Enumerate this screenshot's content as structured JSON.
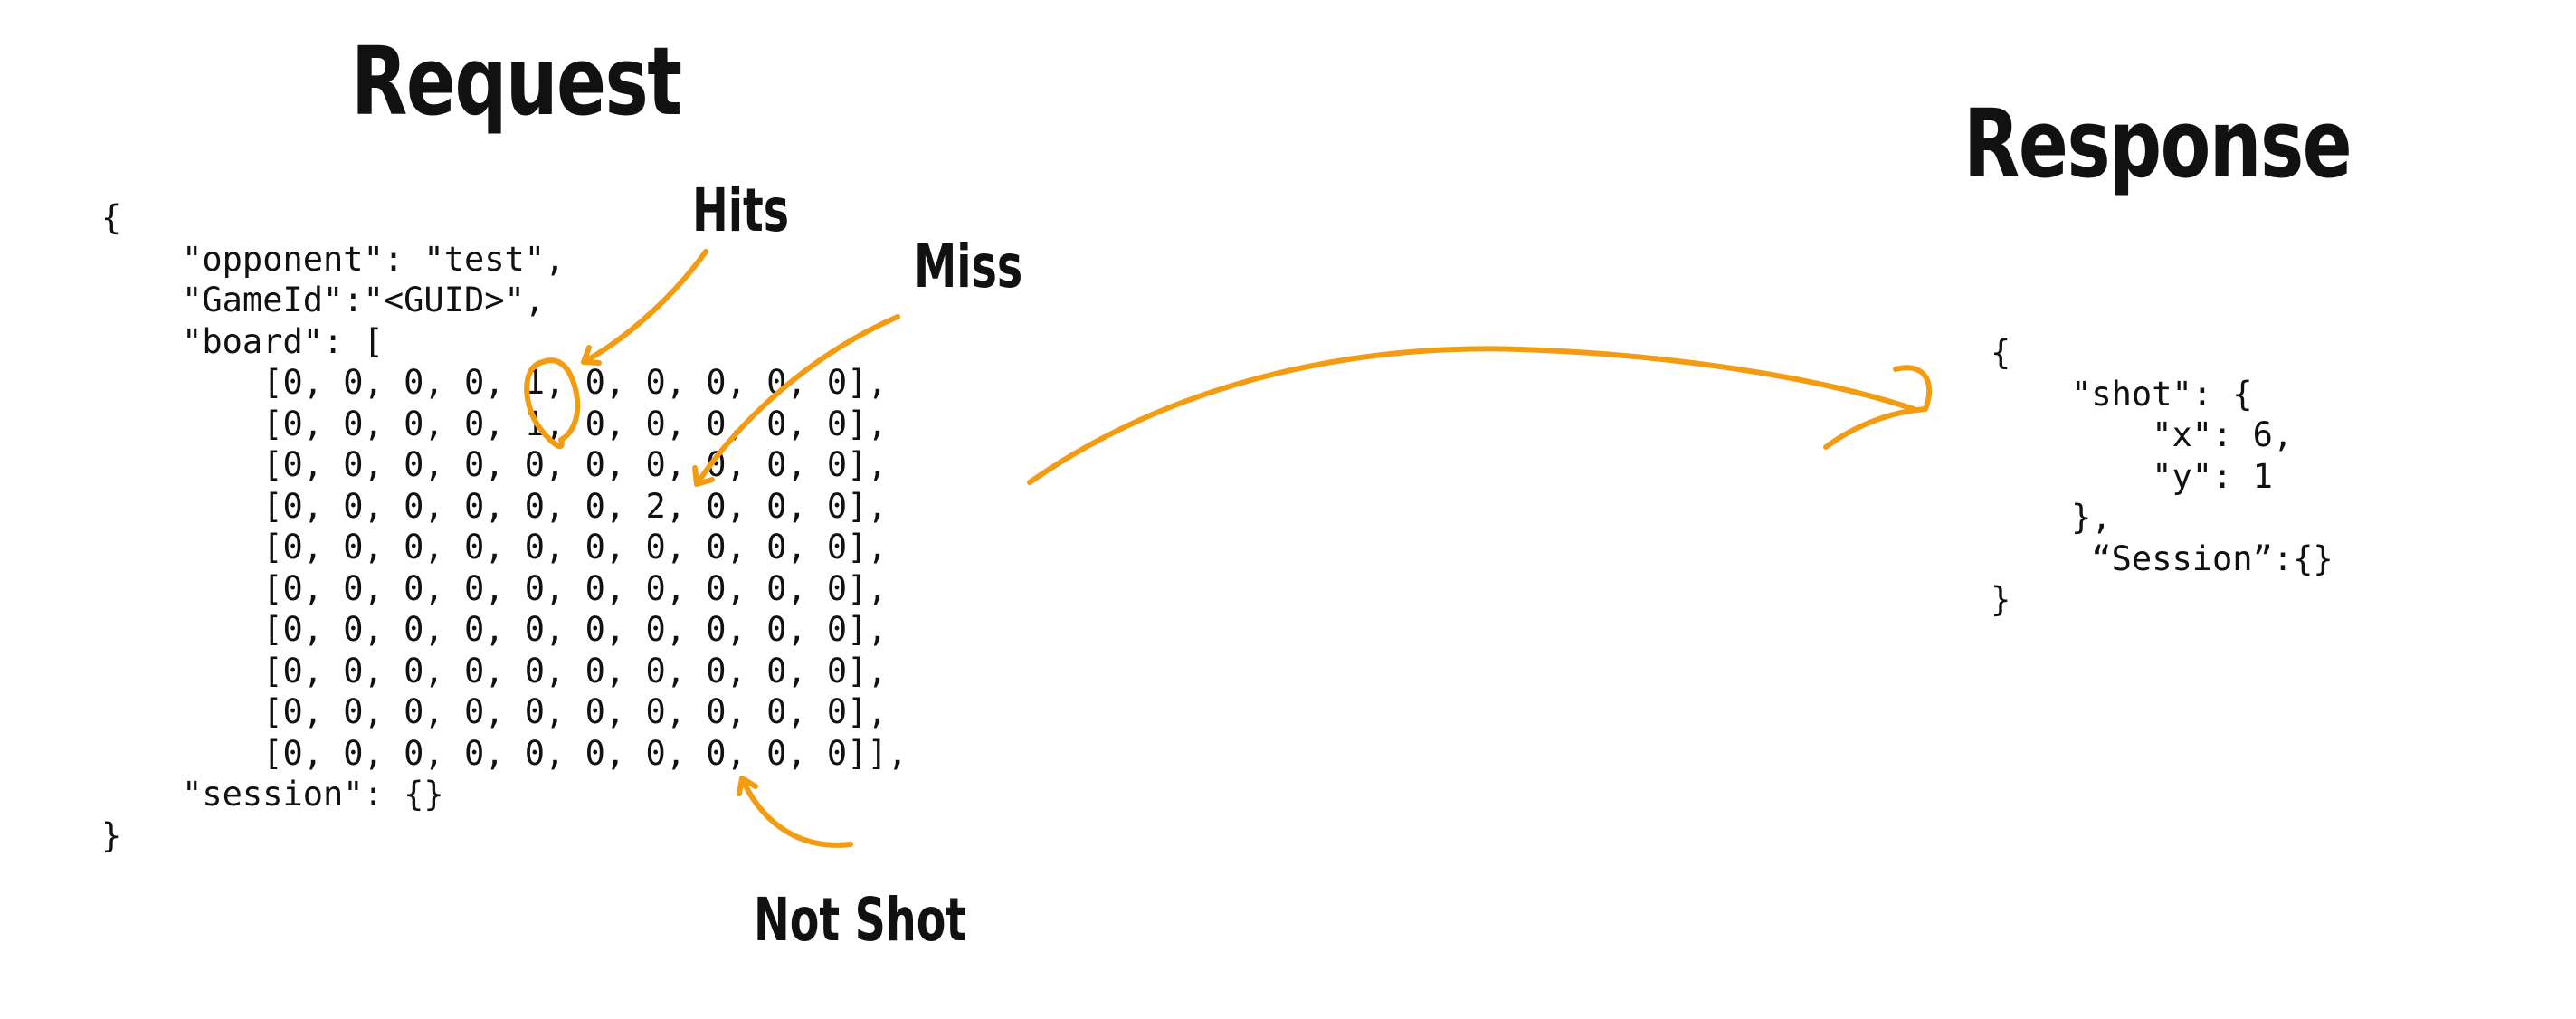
{
  "titles": {
    "request": "Request",
    "response": "Response"
  },
  "annotations": {
    "hits": "Hits",
    "miss": "Miss",
    "not_shot": "Not Shot"
  },
  "request_code": "{\n    \"opponent\": \"test\",\n    \"GameId\":\"<GUID>\",\n    \"board\": [\n        [0, 0, 0, 0, 1, 0, 0, 0, 0, 0],\n        [0, 0, 0, 0, 1, 0, 0, 0, 0, 0],\n        [0, 0, 0, 0, 0, 0, 0, 0, 0, 0],\n        [0, 0, 0, 0, 0, 0, 2, 0, 0, 0],\n        [0, 0, 0, 0, 0, 0, 0, 0, 0, 0],\n        [0, 0, 0, 0, 0, 0, 0, 0, 0, 0],\n        [0, 0, 0, 0, 0, 0, 0, 0, 0, 0],\n        [0, 0, 0, 0, 0, 0, 0, 0, 0, 0],\n        [0, 0, 0, 0, 0, 0, 0, 0, 0, 0],\n        [0, 0, 0, 0, 0, 0, 0, 0, 0, 0]],\n    \"session\": {}\n}",
  "response_code": "{\n    \"shot\": {\n        \"x\": 6,\n        \"y\": 1\n    },\n     “Session”:{}\n}",
  "colors": {
    "accent": "#F39C12",
    "text": "#111111",
    "background": "#FFFFFF"
  }
}
